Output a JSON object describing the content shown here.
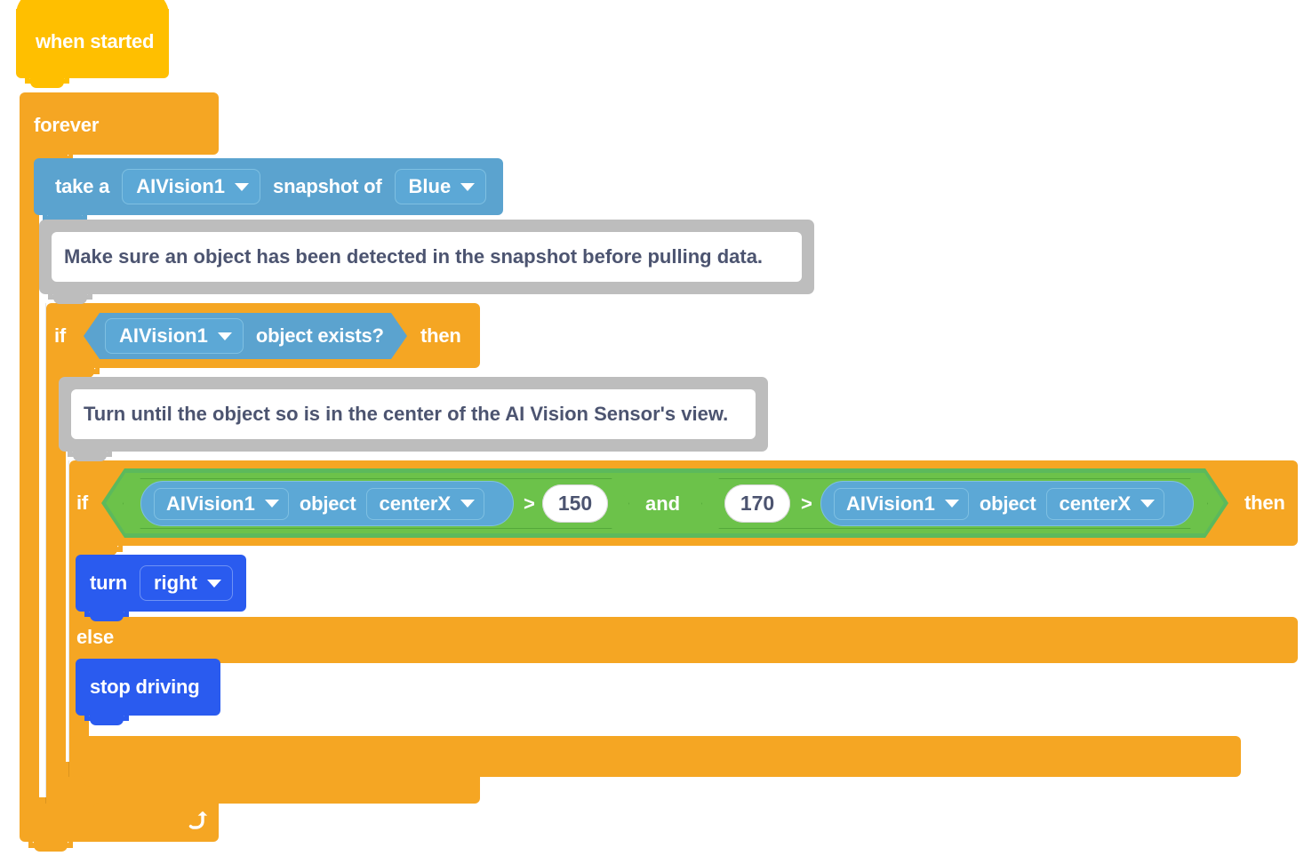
{
  "program": {
    "title": "VEXcode AI Vision block program",
    "colors": {
      "hat_yellow": "#FFBF00",
      "control_orange": "#F5A623",
      "sensing_blue": "#5BA3CF",
      "operator_green": "#6CC24A",
      "drivetrain_blue": "#2A5BEF",
      "comment_gray": "#BDBDBD",
      "text_white": "#FFFFFF",
      "text_dark": "#4C5470"
    },
    "blocks": {
      "when_started": {
        "label": "when started"
      },
      "forever": {
        "label": "forever"
      },
      "snapshot": {
        "prefix": "take a",
        "device": "AIVision1",
        "middle": "snapshot of",
        "target": "Blue"
      },
      "comment_1": {
        "text": "Make sure an object has been detected in the snapshot before pulling data."
      },
      "if_exists": {
        "if_label": "if",
        "then_label": "then",
        "condition": {
          "device": "AIVision1",
          "text": "object exists?"
        }
      },
      "comment_2": {
        "text": "Turn until the object so is in the center of the AI Vision Sensor's view."
      },
      "if_center": {
        "if_label": "if",
        "then_label": "then",
        "else_label": "else",
        "operator": "and",
        "left_comparison": {
          "reporter": {
            "device": "AIVision1",
            "object_label": "object",
            "property": "centerX"
          },
          "operator": ">",
          "value": "150"
        },
        "right_comparison": {
          "value": "170",
          "operator": ">",
          "reporter": {
            "device": "AIVision1",
            "object_label": "object",
            "property": "centerX"
          }
        }
      },
      "turn": {
        "label": "turn",
        "direction": "right"
      },
      "stop_driving": {
        "label": "stop driving"
      }
    },
    "icons": {
      "caret": "chevron-down-icon",
      "loop": "loop-arrow-icon"
    }
  }
}
